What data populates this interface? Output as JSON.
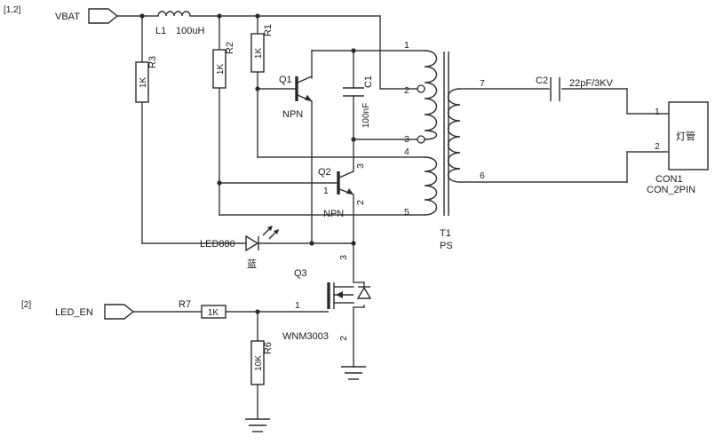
{
  "net_tags": {
    "vbat": "VBAT",
    "vbat_ref": "[1,2]",
    "led_en": "LED_EN",
    "led_en_ref": "[2]"
  },
  "inductor": {
    "ref": "L1",
    "value": "100uH"
  },
  "resistors": {
    "r1": {
      "ref": "R1",
      "value": "1K"
    },
    "r2": {
      "ref": "R2",
      "value": "1K"
    },
    "r3": {
      "ref": "R3",
      "value": "1K"
    },
    "r6": {
      "ref": "R6",
      "value": "10K"
    },
    "r7": {
      "ref": "R7",
      "value": "1K"
    }
  },
  "transistors": {
    "q1": {
      "ref": "Q1",
      "type": "NPN"
    },
    "q2": {
      "ref": "Q2",
      "type": "NPN",
      "base_pin": "1",
      "collector_pin": "3",
      "emitter_pin": "2"
    },
    "q3": {
      "ref": "Q3",
      "part": "WNM3003",
      "gate_pin": "1",
      "drain_pin": "3",
      "source_pin": "2"
    }
  },
  "capacitors": {
    "c1": {
      "ref": "C1",
      "value": "100nF"
    },
    "c2": {
      "ref": "C2",
      "value": "22pF/3KV"
    }
  },
  "led": {
    "ref": "LED880",
    "color": "蓝"
  },
  "transformer": {
    "ref": "T1",
    "part": "PS",
    "pins": {
      "p1": "1",
      "p2": "2",
      "p3": "3",
      "p4": "4",
      "p5": "5",
      "p6": "6",
      "p7": "7"
    }
  },
  "connector": {
    "ref": "CON1",
    "part": "CON_2PIN",
    "label": "灯管",
    "pin1": "1",
    "pin2": "2"
  }
}
